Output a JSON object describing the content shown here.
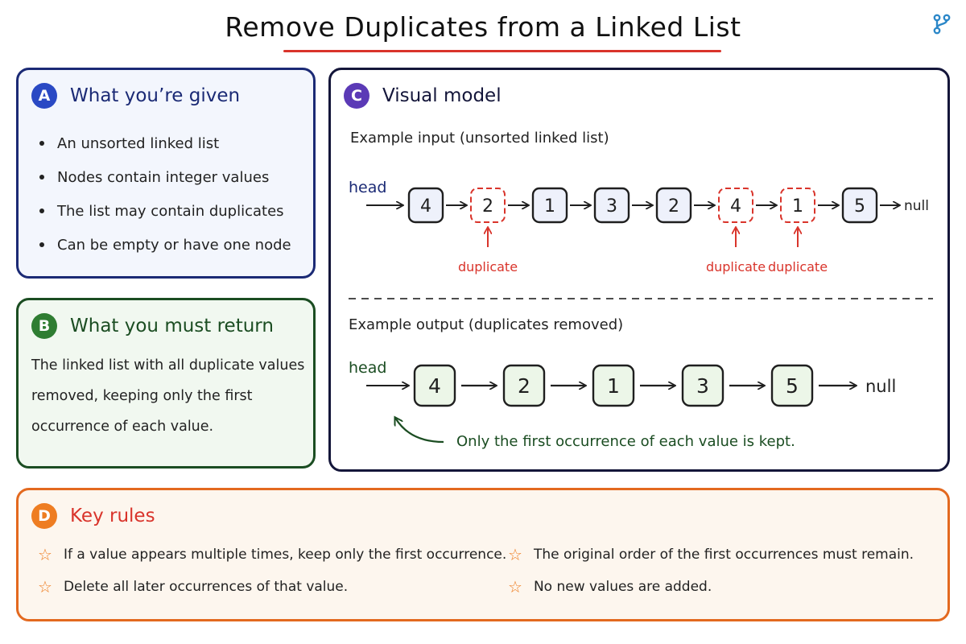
{
  "title": "Remove Duplicates from a Linked List",
  "colors": {
    "navy": "#1b2a75",
    "green": "#1b4d22",
    "red": "#d9342b",
    "orange": "#ee7d22",
    "purple": "#5b3ab6",
    "input_node_fill": "#eef1fb",
    "output_node_fill": "#ecf6e8"
  },
  "card_a": {
    "badge": "A",
    "title": "What you’re given",
    "items": [
      "An unsorted linked list",
      "Nodes contain integer values",
      "The list may contain duplicates",
      "Can be empty or have one node"
    ]
  },
  "card_b": {
    "badge": "B",
    "title": "What you must return",
    "text": "The linked list with all duplicate values removed, keeping only the first occurrence of each value."
  },
  "card_c": {
    "badge": "C",
    "title": "Visual model",
    "input_label": "Example input (unsorted linked list)",
    "output_label": "Example output (duplicates removed)",
    "head_label": "head",
    "null_label": "null",
    "duplicate_label": "duplicate",
    "input_list": [
      {
        "value": "4",
        "duplicate": false
      },
      {
        "value": "2",
        "duplicate": true
      },
      {
        "value": "1",
        "duplicate": false
      },
      {
        "value": "3",
        "duplicate": false
      },
      {
        "value": "2",
        "duplicate": false
      },
      {
        "value": "4",
        "duplicate": true
      },
      {
        "value": "1",
        "duplicate": true
      },
      {
        "value": "5",
        "duplicate": false
      }
    ],
    "output_list": [
      "4",
      "2",
      "1",
      "3",
      "5"
    ],
    "note": "Only the first occurrence of each value is kept."
  },
  "card_d": {
    "badge": "D",
    "title": "Key rules",
    "rules_left": [
      "If a value appears multiple times, keep only the first occurrence.",
      "Delete all later occurrences of that value."
    ],
    "rules_right": [
      "The original order of the first occurrences must remain.",
      "No new values are added."
    ]
  }
}
